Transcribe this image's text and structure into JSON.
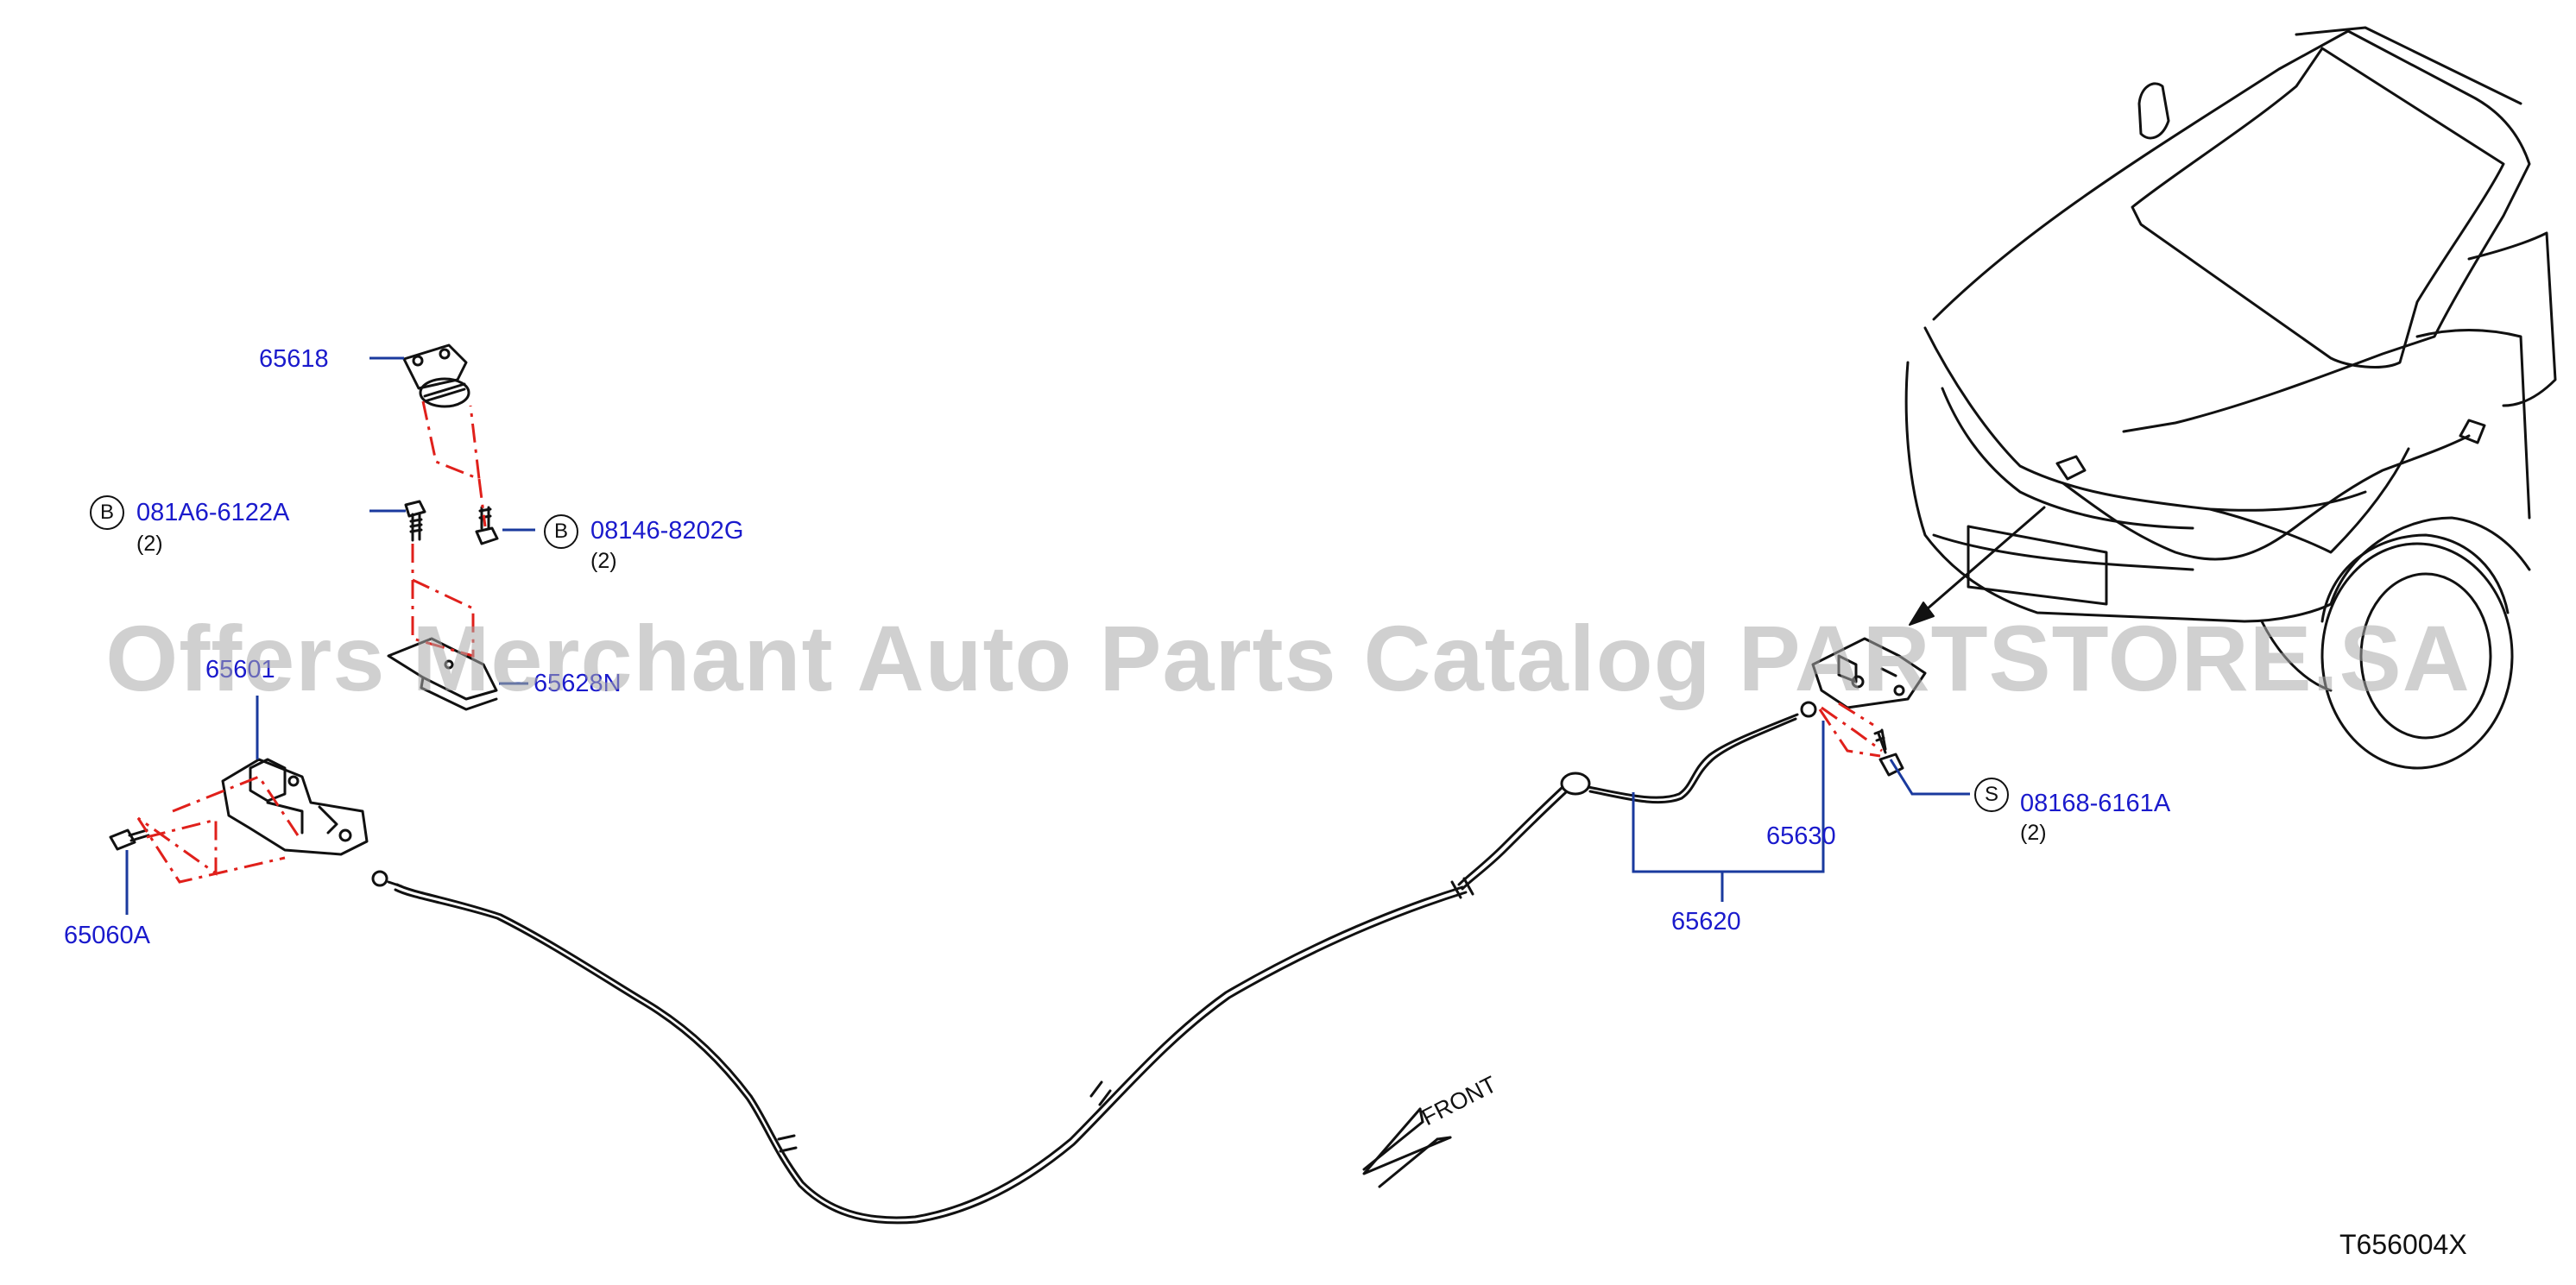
{
  "diagram": {
    "callouts": {
      "p65618": "65618",
      "p081A6": "081A6-6122A",
      "p08146": "08146-8202G",
      "p65601": "65601",
      "p65628N": "65628N",
      "p65060A": "65060A",
      "p65630": "65630",
      "p65620": "65620",
      "p08168": "08168-6161A"
    },
    "quantities": {
      "q081A6": "(2)",
      "q08146": "(2)",
      "q08168": "(2)"
    },
    "badges": {
      "b081A6": "B",
      "b08146": "B",
      "b08168": "S"
    },
    "front_label": "FRONT",
    "diagram_code": "T656004X",
    "watermark": "Offers Merchant Auto Parts Catalog PARTSTORE.SA",
    "colors": {
      "callout_text": "#1a1acc",
      "leader_line": "#1a3a9e",
      "dash_line": "#e0201b",
      "line_art": "#111111",
      "watermark": "#aaaaaa"
    }
  }
}
